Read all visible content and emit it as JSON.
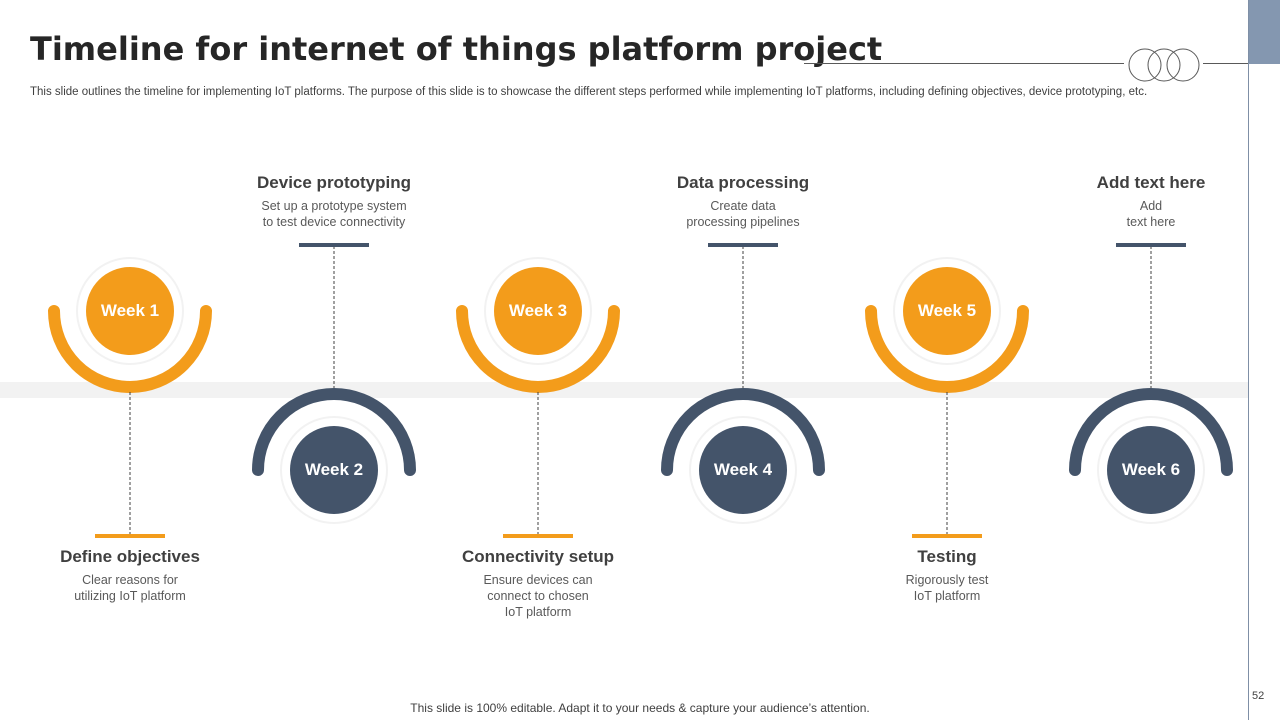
{
  "slide": {
    "title": "Timeline for internet of things platform project",
    "subtitle": "This slide outlines the timeline for implementing IoT platforms. The purpose of this slide is to showcase the different steps performed while implementing IoT platforms, including defining objectives, device prototyping, etc.",
    "footer": "This slide is 100% editable. Adapt it to your needs & capture your audience’s attention.",
    "page_number": "52"
  },
  "colors": {
    "orange": "#F39C1B",
    "navy": "#44546A",
    "track": "#F2F2F2",
    "text_dark": "#404040"
  },
  "weeks": [
    {
      "label": "Week 1",
      "color": "orange",
      "title": "Define objectives",
      "desc": "Clear reasons for\nutilizing IoT platform"
    },
    {
      "label": "Week 2",
      "color": "navy",
      "title": "Device prototyping",
      "desc": "Set up a prototype system\nto test device connectivity"
    },
    {
      "label": "Week 3",
      "color": "orange",
      "title": "Connectivity setup",
      "desc": "Ensure devices can\nconnect to chosen\nIoT platform"
    },
    {
      "label": "Week 4",
      "color": "navy",
      "title": "Data processing",
      "desc": "Create data\nprocessing pipelines"
    },
    {
      "label": "Week 5",
      "color": "orange",
      "title": "Testing",
      "desc": "Rigorously test\nIoT platform"
    },
    {
      "label": "Week 6",
      "color": "navy",
      "title": "Add text here",
      "desc": "Add\ntext here"
    }
  ]
}
